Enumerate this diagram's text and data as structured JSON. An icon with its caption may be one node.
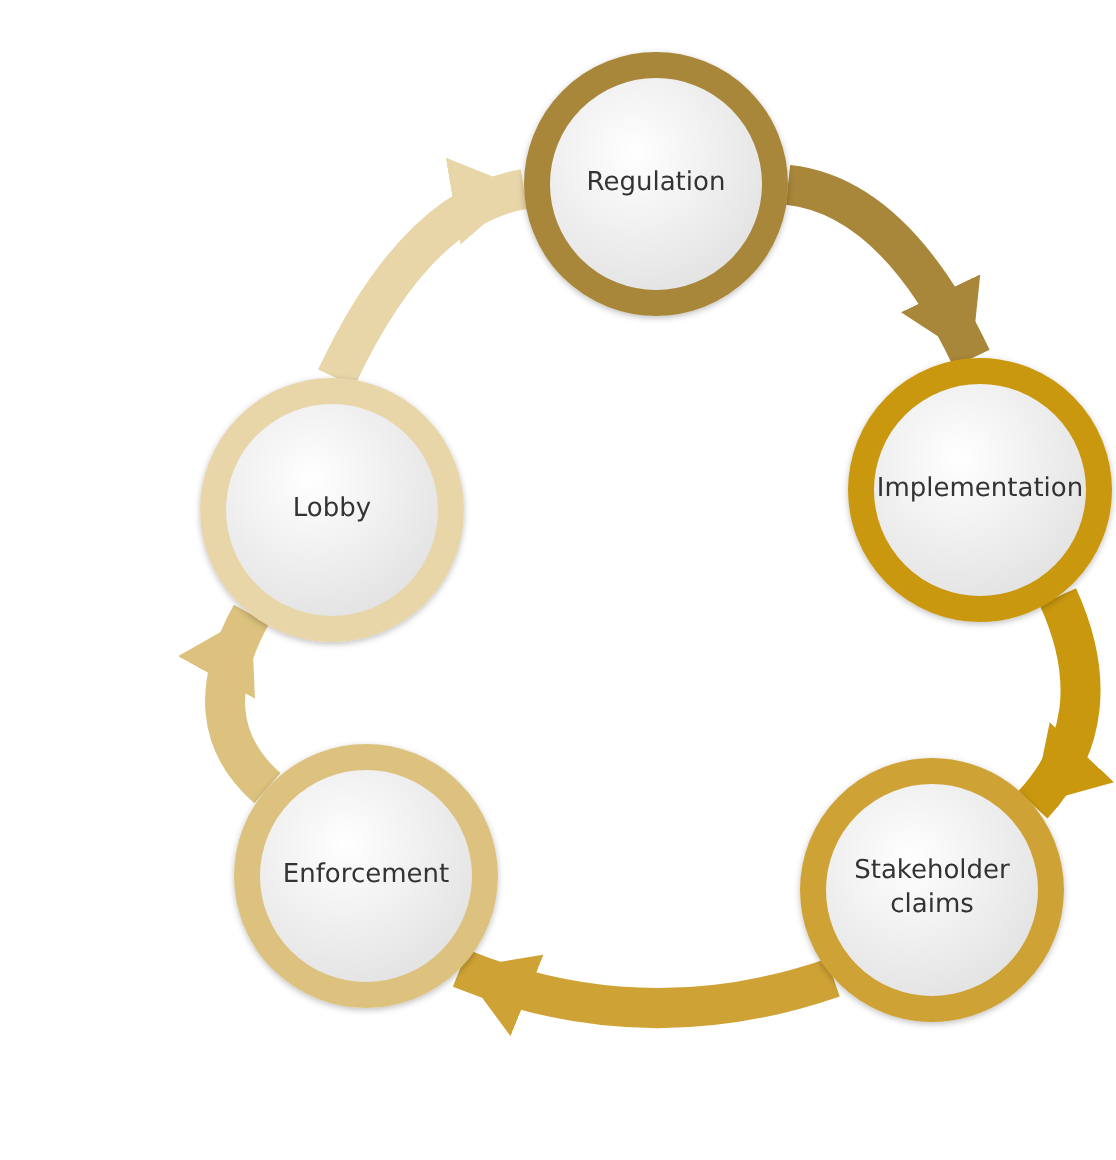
{
  "diagram": {
    "nodes": [
      {
        "text": [
          "Regulation"
        ]
      },
      {
        "text": [
          "Implementation"
        ]
      },
      {
        "text": [
          "Stakeholder claims"
        ]
      },
      {
        "text": [
          "Enforcement"
        ]
      },
      {
        "text": [
          "Lobby"
        ]
      }
    ],
    "edges": [
      {
        "from": 0,
        "to": 1,
        "arrow": "to",
        "color": "#a8873a"
      },
      {
        "from": 1,
        "to": 2,
        "arrow": "to",
        "color": "#c9980f"
      },
      {
        "from": 2,
        "to": 3,
        "arrow": "to",
        "color": "#cfa235"
      },
      {
        "from": 3,
        "to": 4,
        "arrow": "to",
        "color": "#dcc27e"
      },
      {
        "from": 4,
        "to": 0,
        "arrow": "to",
        "color": "#e8d5a8"
      }
    ]
  }
}
